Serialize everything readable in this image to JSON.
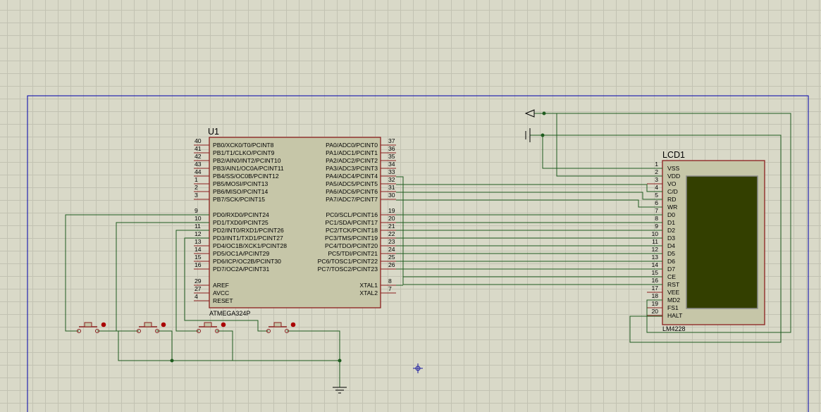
{
  "mcu": {
    "ref": "U1",
    "part": "ATMEGA324P",
    "left_pins": [
      {
        "num": "40",
        "label": "PB0/XCK0/T0/PCINT8"
      },
      {
        "num": "41",
        "label": "PB1/T1/CLKO/PCINT9"
      },
      {
        "num": "42",
        "label": "PB2/AIN0/INT2/PCINT10"
      },
      {
        "num": "43",
        "label": "PB3/AIN1/OC0A/PCINT11"
      },
      {
        "num": "44",
        "label": "PB4/SS/OC0B/PCINT12"
      },
      {
        "num": "1",
        "label": "PB5/MOSI/PCINT13"
      },
      {
        "num": "2",
        "label": "PB6/MISO/PCINT14"
      },
      {
        "num": "3",
        "label": "PB7/SCK/PCINT15"
      },
      {
        "num": "9",
        "label": "PD0/RXD0/PCINT24"
      },
      {
        "num": "10",
        "label": "PD1/TXD0/PCINT25"
      },
      {
        "num": "11",
        "label": "PD2/INT0/RXD1/PCINT26"
      },
      {
        "num": "12",
        "label": "PD3/INT1/TXD1/PCINT27"
      },
      {
        "num": "13",
        "label": "PD4/OC1B/XCK1/PCINT28"
      },
      {
        "num": "14",
        "label": "PD5/OC1A/PCINT29"
      },
      {
        "num": "15",
        "label": "PD6/ICP/OC2B/PCINT30"
      },
      {
        "num": "16",
        "label": "PD7/OC2A/PCINT31"
      },
      {
        "num": "29",
        "label": "AREF"
      },
      {
        "num": "27",
        "label": "AVCC"
      },
      {
        "num": "4",
        "label": "RESET"
      }
    ],
    "right_pins": [
      {
        "num": "37",
        "label": "PA0/ADC0/PCINT0"
      },
      {
        "num": "36",
        "label": "PA1/ADC1/PCINT1"
      },
      {
        "num": "35",
        "label": "PA2/ADC2/PCINT2"
      },
      {
        "num": "34",
        "label": "PA3/ADC3/PCINT3"
      },
      {
        "num": "33",
        "label": "PA4/ADC4/PCINT4"
      },
      {
        "num": "32",
        "label": "PA5/ADC5/PCINT5"
      },
      {
        "num": "31",
        "label": "PA6/ADC6/PCINT6"
      },
      {
        "num": "30",
        "label": "PA7/ADC7/PCINT7"
      },
      {
        "num": "19",
        "label": "PC0/SCL/PCINT16"
      },
      {
        "num": "20",
        "label": "PC1/SDA/PCINT17"
      },
      {
        "num": "21",
        "label": "PC2/TCK/PCINT18"
      },
      {
        "num": "22",
        "label": "PC3/TMS/PCINT19"
      },
      {
        "num": "23",
        "label": "PC4/TDO/PCINT20"
      },
      {
        "num": "24",
        "label": "PC5/TDI/PCINT21"
      },
      {
        "num": "25",
        "label": "PC6/TOSC1/PCINT22"
      },
      {
        "num": "26",
        "label": "PC7/TOSC2/PCINT23"
      },
      {
        "num": "8",
        "label": "XTAL1"
      },
      {
        "num": "7",
        "label": "XTAL2"
      }
    ]
  },
  "lcd": {
    "ref": "LCD1",
    "part": "LM4228",
    "pins": [
      {
        "num": "1",
        "label": "VSS"
      },
      {
        "num": "2",
        "label": "VDD"
      },
      {
        "num": "3",
        "label": "VO"
      },
      {
        "num": "4",
        "label": "C/D"
      },
      {
        "num": "5",
        "label": "RD"
      },
      {
        "num": "6",
        "label": "WR"
      },
      {
        "num": "7",
        "label": "D0"
      },
      {
        "num": "8",
        "label": "D1"
      },
      {
        "num": "9",
        "label": "D2"
      },
      {
        "num": "10",
        "label": "D3"
      },
      {
        "num": "11",
        "label": "D4"
      },
      {
        "num": "12",
        "label": "D5"
      },
      {
        "num": "13",
        "label": "D6"
      },
      {
        "num": "14",
        "label": "D7"
      },
      {
        "num": "15",
        "label": "CE"
      },
      {
        "num": "16",
        "label": "RST"
      },
      {
        "num": "17",
        "label": "VEE"
      },
      {
        "num": "18",
        "label": "MD2"
      },
      {
        "num": "19",
        "label": "FS1"
      },
      {
        "num": "20",
        "label": "HALT"
      }
    ],
    "screen_color": "#333f00"
  },
  "colors": {
    "sheet_border": "#0000aa",
    "wire": "#1f5c1f",
    "component": "#8b1e1e",
    "component_fill": "#c6c6a8",
    "junction": "#1f5c1f",
    "pin_dot": "#aa0000",
    "cursor": "#1a1aa0"
  }
}
